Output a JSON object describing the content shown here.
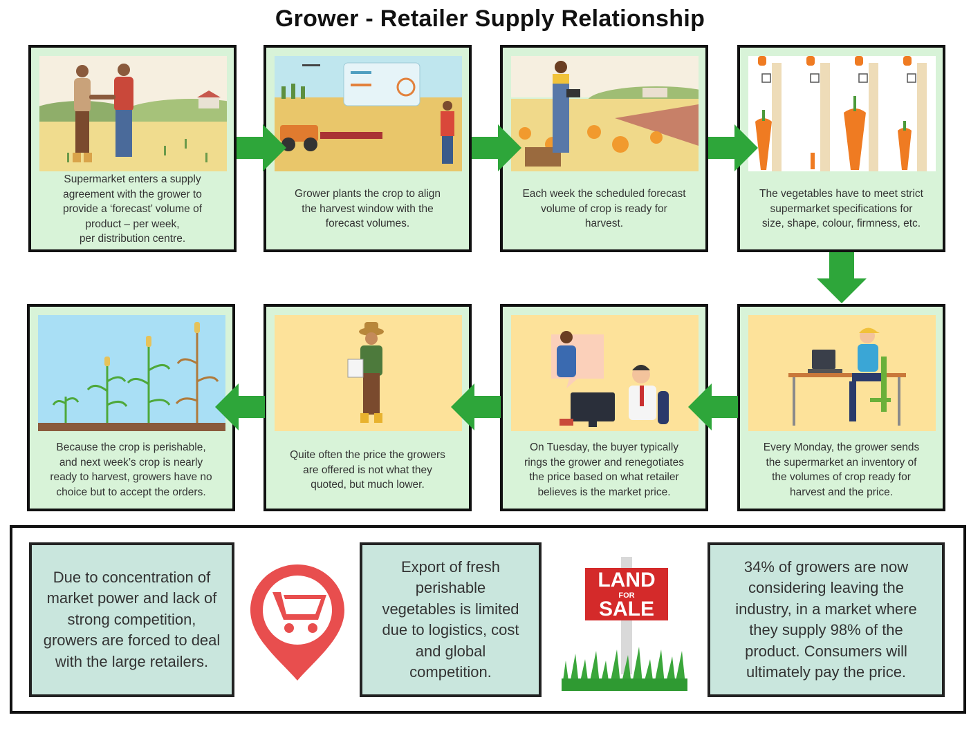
{
  "title": "Grower - Retailer Supply Relationship",
  "steps": [
    {
      "text": "Supermarket enters a supply\nagreement with the grower to\nprovide a ‘forecast’ volume of\nproduct – per week,\nper distribution centre."
    },
    {
      "text": "Grower plants the crop to align\nthe harvest window with the\nforecast volumes."
    },
    {
      "text": "Each week the scheduled forecast\nvolume of crop is ready for\nharvest."
    },
    {
      "text": "The vegetables have to meet strict\nsupermarket specifications for\nsize, shape, colour, firmness, etc."
    },
    {
      "text": "Every Monday, the grower sends\nthe supermarket an inventory of\nthe volumes of crop ready for\nharvest and the price."
    },
    {
      "text": "On Tuesday, the buyer typically\nrings the grower and renegotiates\nthe price based on what retailer\nbelieves is the market price."
    },
    {
      "text": "Quite often the price the growers\nare offered is not what they\nquoted, but much lower."
    },
    {
      "text": "Because the crop is perishable,\nand next week’s crop is nearly\nready to harvest, growers have no\nchoice but to accept the orders."
    }
  ],
  "info": [
    {
      "text": "Due to concentration of\nmarket power and lack of\nstrong competition,\ngrowers are forced to deal\nwith the large retailers."
    },
    {
      "text": "Export of fresh\nperishable\nvegetables is limited\ndue to logistics, cost\nand global\ncompetition."
    },
    {
      "text": "34% of growers are now\nconsidering leaving the\nindustry, in a market where\nthey supply 98% of the\nproduct. Consumers will\nultimately pay the price."
    }
  ],
  "sign": {
    "line1": "LAND",
    "line2": "FOR",
    "line3": "SALE"
  },
  "icons": {
    "handshake": "farmers-handshake-illustration",
    "planting": "tractor-planting-illustration",
    "harvest": "farmer-pumpkin-field-illustration",
    "spec": "carrot-measurement-illustration",
    "monday": "grower-laptop-illustration",
    "tuesday": "buyer-phone-call-illustration",
    "lower": "confused-farmer-illustration",
    "perishable": "corn-growth-illustration",
    "cart": "shopping-cart-map-pin-icon",
    "land": "land-for-sale-sign-icon"
  },
  "colors": {
    "box_green": "#d8f3d8",
    "info_teal": "#c9e6dd",
    "arrow_green": "#2ea63a",
    "pin_red": "#e84e4e",
    "sign_red": "#d42a2a"
  }
}
